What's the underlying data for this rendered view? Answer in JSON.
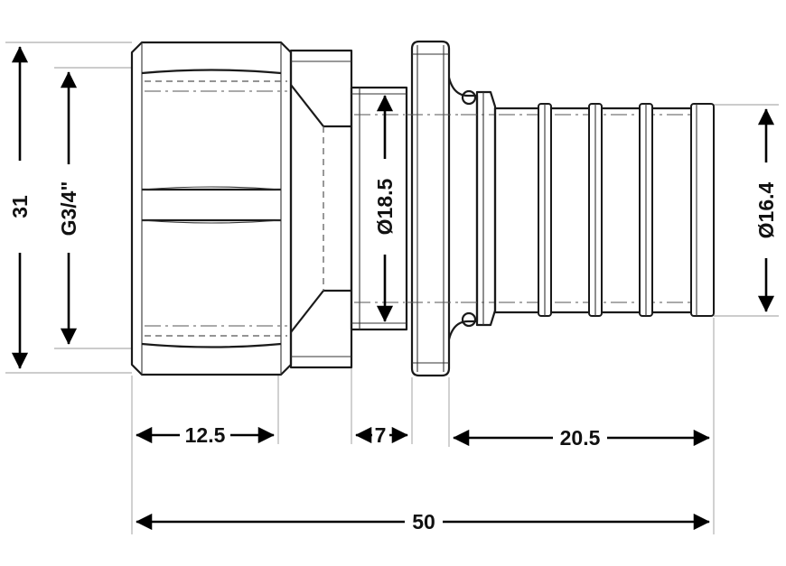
{
  "dimensions": {
    "overall_height": "31",
    "thread_size": "G3/4\"",
    "nut_length": "12.5",
    "neck_length": "7",
    "neck_diameter": "Ø18.5",
    "barb_length": "20.5",
    "barb_diameter": "Ø16.4",
    "total_length": "50"
  },
  "colors": {
    "line": "#1a1a1a",
    "dimension": "#000000",
    "background": "#ffffff"
  }
}
